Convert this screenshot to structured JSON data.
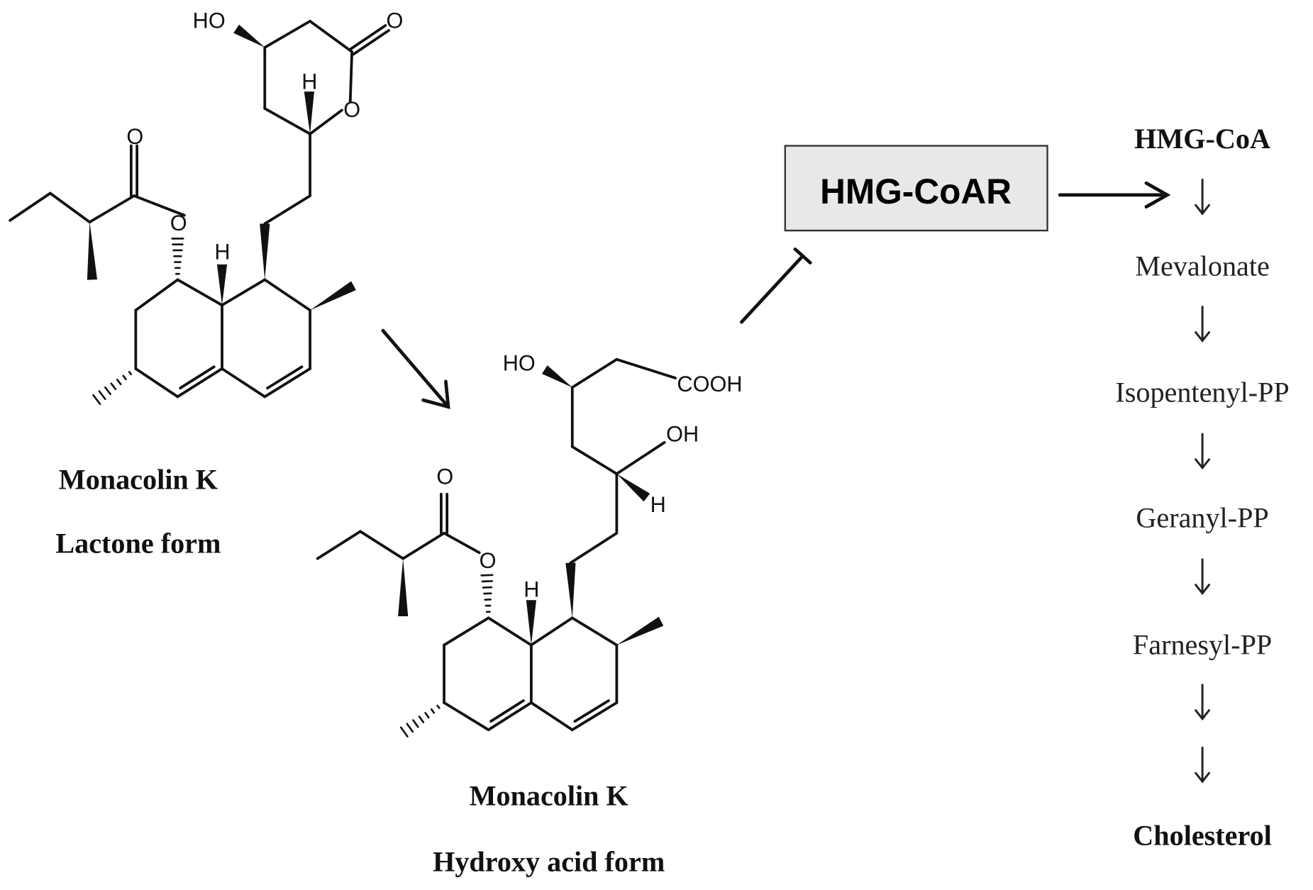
{
  "lactone": {
    "name": "Monacolin K",
    "form": "Lactone form",
    "atoms": {
      "ho": "HO",
      "o_carbonyl": "O",
      "o_ring": "O",
      "h_ring": "H",
      "o_ester_carbonyl": "O",
      "o_ester": "O",
      "h_junction": "H"
    }
  },
  "hydroxy_acid": {
    "name": "Monacolin K",
    "form": "Hydroxy acid form",
    "atoms": {
      "ho": "HO",
      "cooh": "COOH",
      "oh": "OH",
      "h_chain": "H",
      "o_ester_carbonyl": "O",
      "o_ester": "O",
      "h_junction": "H"
    }
  },
  "enzyme": {
    "label": "HMG-CoAR",
    "fill": "#e8e8e8"
  },
  "pathway": {
    "steps": [
      "HMG-CoA",
      "Mevalonate",
      "Isopentenyl-PP",
      "Geranyl-PP",
      "Farnesyl-PP",
      "Cholesterol"
    ]
  }
}
